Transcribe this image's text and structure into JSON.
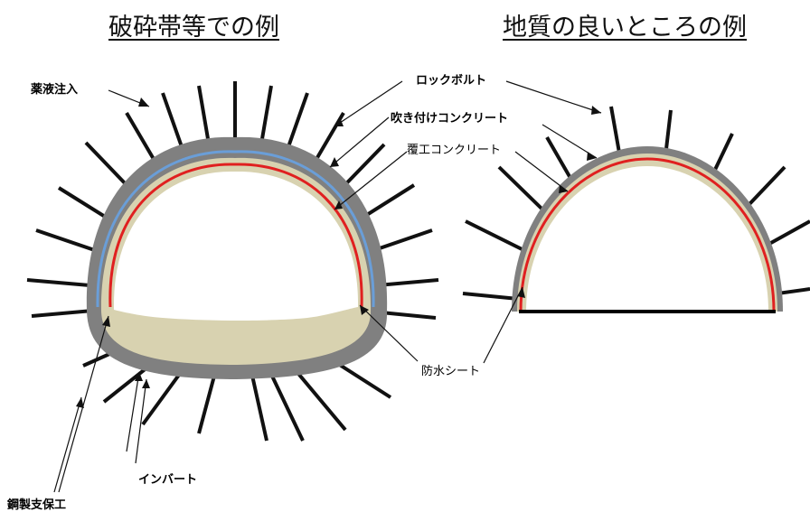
{
  "titles": {
    "left": "破砕帯等での例",
    "right": "地質の良いところの例"
  },
  "labels": {
    "chemical_grouting": "薬液注入",
    "rock_bolt": "ロックボルト",
    "shotcrete": "吹き付けコンクリート",
    "lining_concrete": "覆工コンクリート",
    "waterproof_sheet": "防水シート",
    "invert": "インバート",
    "steel_support": "鋼製支保工"
  },
  "colors": {
    "shotcrete": "#808080",
    "lining": "#d8d2b0",
    "waterproof_sheet": "#e02020",
    "grouting_layer": "#6a9ed8",
    "bolt": "#111111"
  }
}
